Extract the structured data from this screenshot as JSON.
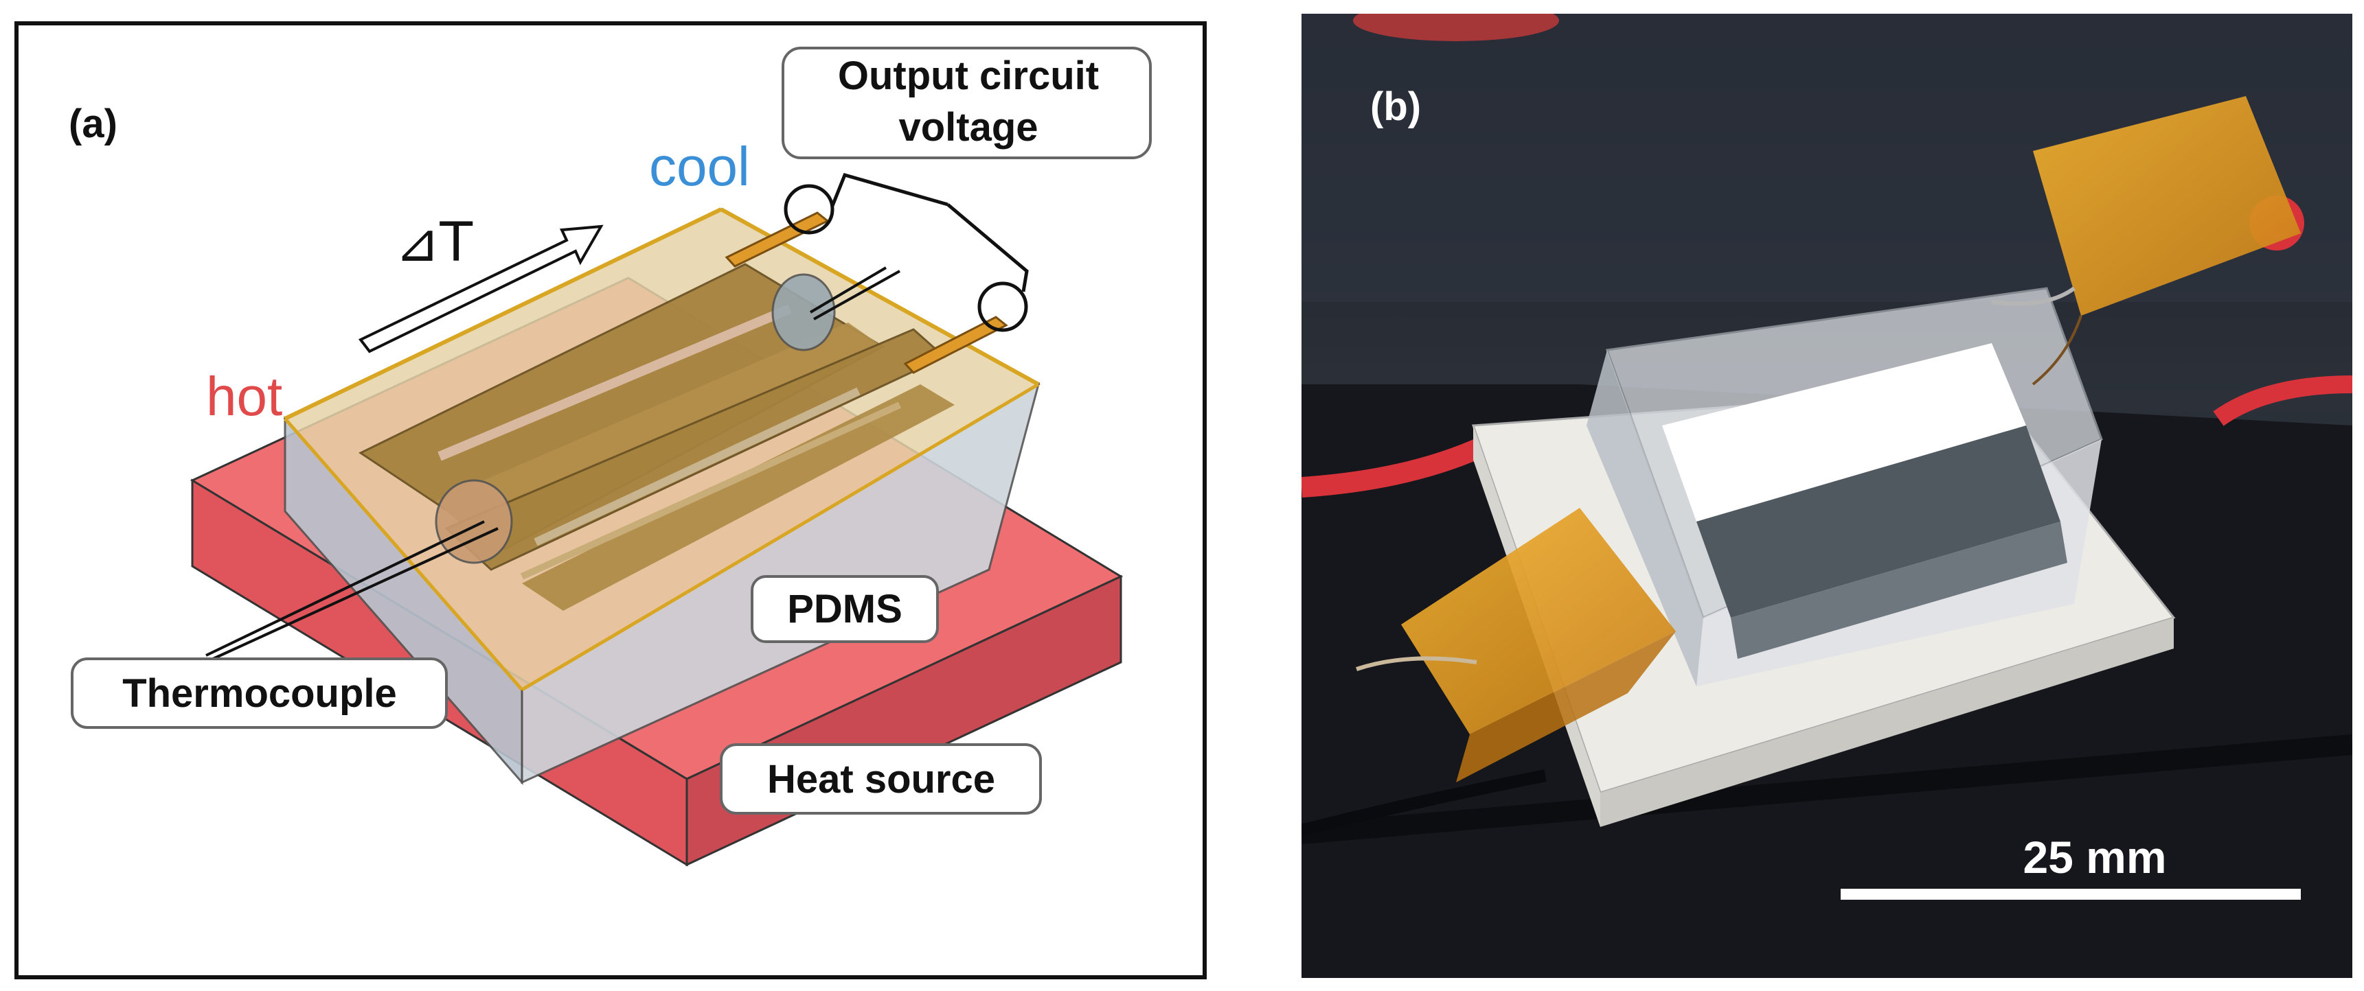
{
  "panel_a": {
    "tag": "(a)",
    "labels": {
      "output_line1": "Output circuit",
      "output_line2": "voltage",
      "cool": "cool",
      "hot": "hot",
      "delta_t": "⊿T",
      "pdms": "PDMS",
      "thermocouple": "Thermocouple",
      "heat_source": "Heat source"
    }
  },
  "panel_b": {
    "tag": "(b)",
    "scale_bar": "25 mm"
  },
  "colors": {
    "hot": "#e04a4a",
    "cool": "#3b8fd6",
    "heat_source": "#ee6e72",
    "pdms": "#c8ced6",
    "film": "#a6823f",
    "kapton": "#e09a2a",
    "photo_bg": "#262a32"
  }
}
